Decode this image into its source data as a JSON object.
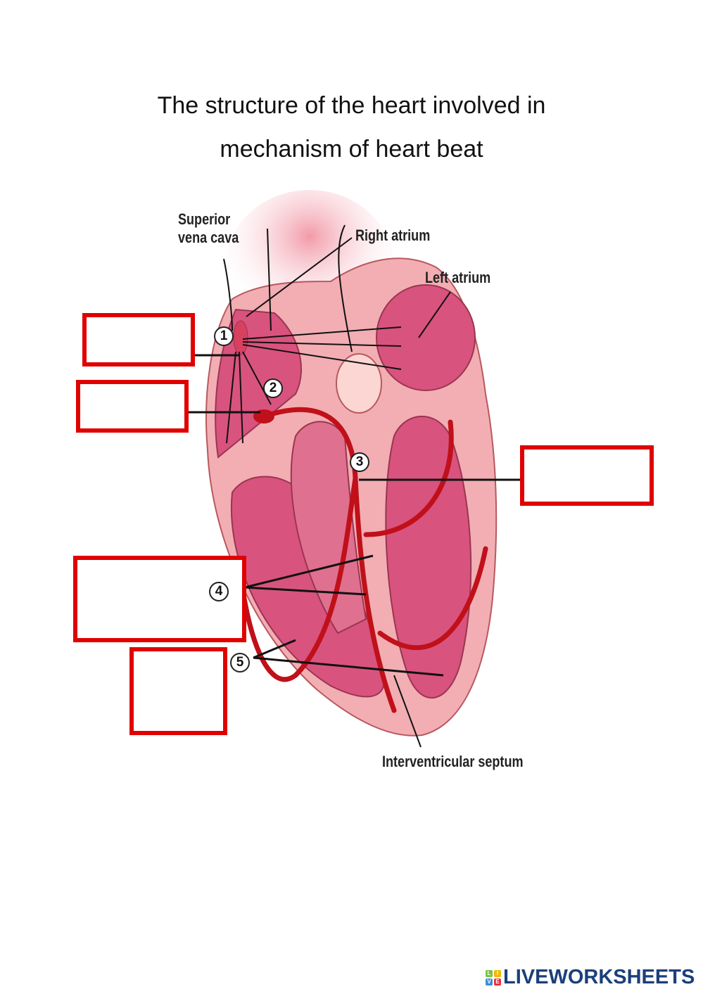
{
  "title": {
    "line1": "The structure of the heart involved in",
    "line2": "mechanism of heart beat"
  },
  "diagram": {
    "labels": {
      "svc": "Superior vena cava",
      "svc_line1": "Superior",
      "svc_line2": "vena cava",
      "right_atrium": "Right atrium",
      "left_atrium": "Left atrium",
      "septum": "Interventricular septum"
    },
    "markers": [
      "1",
      "2",
      "3",
      "4",
      "5"
    ]
  },
  "answers": [
    {
      "marker": "1",
      "value": ""
    },
    {
      "marker": "2",
      "value": ""
    },
    {
      "marker": "3",
      "value": ""
    },
    {
      "marker": "4",
      "value": ""
    },
    {
      "marker": "5",
      "value": ""
    }
  ],
  "colors": {
    "box": "#e00000",
    "tissue": "#d9537f",
    "conduction": "#c0101a"
  },
  "footer": {
    "logo_text": "LIVEWORKSHEETS",
    "tiles": [
      "L",
      "I",
      "V",
      "E"
    ]
  }
}
